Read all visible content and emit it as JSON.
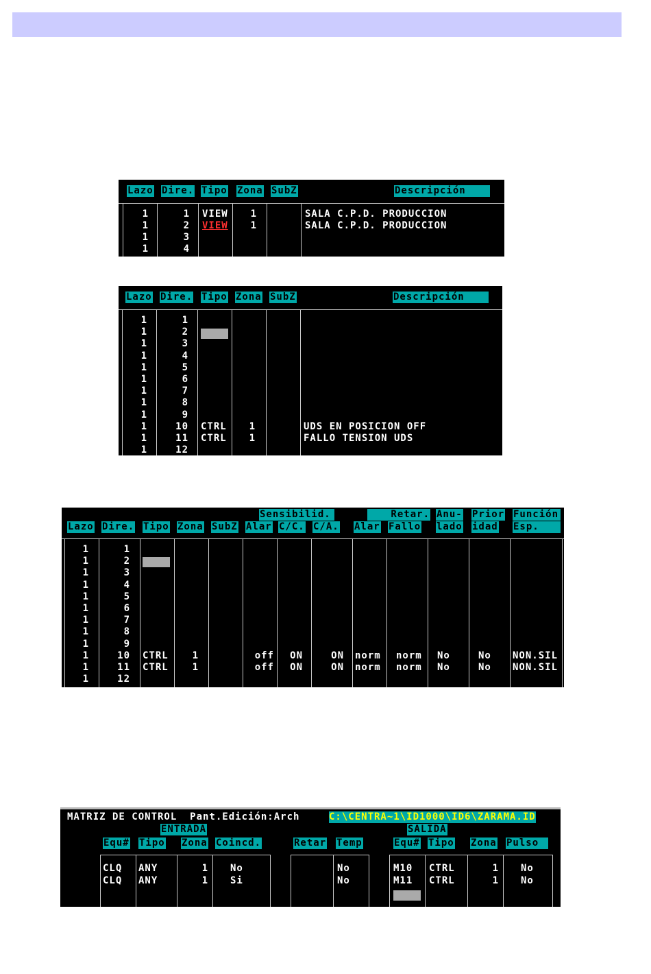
{
  "headers_basic": {
    "lazo": "Lazo",
    "dire": "Dire.",
    "tipo": "Tipo",
    "zona": "Zona",
    "subz": "SubZ",
    "desc": "Descripción"
  },
  "screen1": {
    "rows": [
      {
        "lazo": "1",
        "dire": "1",
        "tipo": "VIEW",
        "zona": "1",
        "desc": "SALA C.P.D. PRODUCCION"
      },
      {
        "lazo": "1",
        "dire": "2",
        "tipo": "VIEW",
        "zona": "1",
        "desc": "SALA C.P.D. PRODUCCION"
      },
      {
        "lazo": "1",
        "dire": "3",
        "tipo": "",
        "zona": "",
        "desc": ""
      },
      {
        "lazo": "1",
        "dire": "4",
        "tipo": "",
        "zona": "",
        "desc": ""
      }
    ]
  },
  "screen2": {
    "rows": [
      {
        "lazo": "1",
        "dire": "1",
        "tipo": "",
        "zona": "",
        "desc": ""
      },
      {
        "lazo": "1",
        "dire": "2",
        "tipo": "",
        "zona": "",
        "desc": ""
      },
      {
        "lazo": "1",
        "dire": "3",
        "tipo": "",
        "zona": "",
        "desc": ""
      },
      {
        "lazo": "1",
        "dire": "4",
        "tipo": "",
        "zona": "",
        "desc": ""
      },
      {
        "lazo": "1",
        "dire": "5",
        "tipo": "",
        "zona": "",
        "desc": ""
      },
      {
        "lazo": "1",
        "dire": "6",
        "tipo": "",
        "zona": "",
        "desc": ""
      },
      {
        "lazo": "1",
        "dire": "7",
        "tipo": "",
        "zona": "",
        "desc": ""
      },
      {
        "lazo": "1",
        "dire": "8",
        "tipo": "",
        "zona": "",
        "desc": ""
      },
      {
        "lazo": "1",
        "dire": "9",
        "tipo": "",
        "zona": "",
        "desc": ""
      },
      {
        "lazo": "1",
        "dire": "10",
        "tipo": "CTRL",
        "zona": "1",
        "desc": "UDS EN POSICION OFF"
      },
      {
        "lazo": "1",
        "dire": "11",
        "tipo": "CTRL",
        "zona": "1",
        "desc": "FALLO TENSION UDS"
      },
      {
        "lazo": "1",
        "dire": "12",
        "tipo": "",
        "zona": "",
        "desc": ""
      }
    ]
  },
  "screen3": {
    "group_sens": "Sensibilid.",
    "group_retar": "Retar.",
    "h_alar": "Alar",
    "h_cc": "C/C.",
    "h_ca": "C/A.",
    "h_ralar": "Alar",
    "h_fallo": "Fallo",
    "h_anu1": "Anu-",
    "h_anu2": "lado",
    "h_pri1": "Prior",
    "h_pri2": "idad",
    "h_fun1": "Función",
    "h_fun2": "Esp.",
    "rows": [
      {
        "lazo": "1",
        "dire": "1",
        "tipo": "",
        "zona": "",
        "alar": "",
        "cc": "",
        "ca": "",
        "ralar": "",
        "fallo": "",
        "anu": "",
        "pri": "",
        "fun": ""
      },
      {
        "lazo": "1",
        "dire": "2",
        "tipo": "",
        "zona": "",
        "alar": "",
        "cc": "",
        "ca": "",
        "ralar": "",
        "fallo": "",
        "anu": "",
        "pri": "",
        "fun": ""
      },
      {
        "lazo": "1",
        "dire": "3",
        "tipo": "",
        "zona": "",
        "alar": "",
        "cc": "",
        "ca": "",
        "ralar": "",
        "fallo": "",
        "anu": "",
        "pri": "",
        "fun": ""
      },
      {
        "lazo": "1",
        "dire": "4",
        "tipo": "",
        "zona": "",
        "alar": "",
        "cc": "",
        "ca": "",
        "ralar": "",
        "fallo": "",
        "anu": "",
        "pri": "",
        "fun": ""
      },
      {
        "lazo": "1",
        "dire": "5",
        "tipo": "",
        "zona": "",
        "alar": "",
        "cc": "",
        "ca": "",
        "ralar": "",
        "fallo": "",
        "anu": "",
        "pri": "",
        "fun": ""
      },
      {
        "lazo": "1",
        "dire": "6",
        "tipo": "",
        "zona": "",
        "alar": "",
        "cc": "",
        "ca": "",
        "ralar": "",
        "fallo": "",
        "anu": "",
        "pri": "",
        "fun": ""
      },
      {
        "lazo": "1",
        "dire": "7",
        "tipo": "",
        "zona": "",
        "alar": "",
        "cc": "",
        "ca": "",
        "ralar": "",
        "fallo": "",
        "anu": "",
        "pri": "",
        "fun": ""
      },
      {
        "lazo": "1",
        "dire": "8",
        "tipo": "",
        "zona": "",
        "alar": "",
        "cc": "",
        "ca": "",
        "ralar": "",
        "fallo": "",
        "anu": "",
        "pri": "",
        "fun": ""
      },
      {
        "lazo": "1",
        "dire": "9",
        "tipo": "",
        "zona": "",
        "alar": "",
        "cc": "",
        "ca": "",
        "ralar": "",
        "fallo": "",
        "anu": "",
        "pri": "",
        "fun": ""
      },
      {
        "lazo": "1",
        "dire": "10",
        "tipo": "CTRL",
        "zona": "1",
        "alar": "off",
        "cc": "ON",
        "ca": "ON",
        "ralar": "norm",
        "fallo": "norm",
        "anu": "No",
        "pri": "No",
        "fun": "NON.SIL"
      },
      {
        "lazo": "1",
        "dire": "11",
        "tipo": "CTRL",
        "zona": "1",
        "alar": "off",
        "cc": "ON",
        "ca": "ON",
        "ralar": "norm",
        "fallo": "norm",
        "anu": "No",
        "pri": "No",
        "fun": "NON.SIL"
      },
      {
        "lazo": "1",
        "dire": "12",
        "tipo": "",
        "zona": "",
        "alar": "",
        "cc": "",
        "ca": "",
        "ralar": "",
        "fallo": "",
        "anu": "",
        "pri": "",
        "fun": ""
      }
    ]
  },
  "screen4": {
    "title": "MATRIZ DE CONTROL  Pant.Edición:Arch",
    "path": "C:\\CENTRA~1\\ID1000\\ID6\\ZARAMA.ID",
    "entrada": "ENTRADA",
    "salida": "SALIDA",
    "h_equ": "Equ#",
    "h_tipo": "Tipo",
    "h_zona": "Zona",
    "h_coincd": "Coincd.",
    "h_retar": "Retar",
    "h_temp": "Temp",
    "h_sequ": "Equ#",
    "h_stipo": "Tipo",
    "h_szona": "Zona",
    "h_pulso": "Pulso",
    "rows": [
      {
        "equ": "CLQ",
        "tipo": "ANY",
        "zona": "1",
        "coincd": "No",
        "temp": "No",
        "sequ": "M10",
        "stipo": "CTRL",
        "szona": "1",
        "pulso": "No"
      },
      {
        "equ": "CLQ",
        "tipo": "ANY",
        "zona": "1",
        "coincd": "Si",
        "temp": "No",
        "sequ": "M11",
        "stipo": "CTRL",
        "szona": "1",
        "pulso": "No"
      }
    ]
  }
}
